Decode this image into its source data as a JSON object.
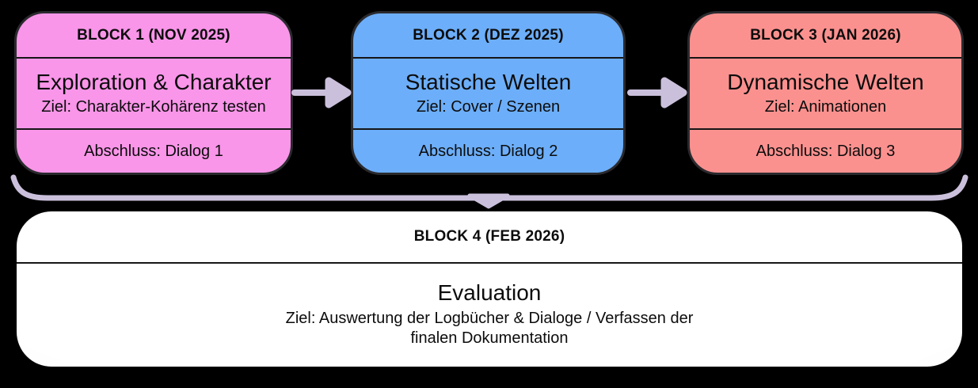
{
  "diagram": {
    "background": "#000000",
    "connector_color": "#CBC0DC",
    "divider_color": "#161616",
    "blocks": [
      {
        "header": "BLOCK 1 (NOV 2025)",
        "title": "Exploration & Charakter",
        "goal": "Ziel: Charakter-Kohärenz testen",
        "footer": "Abschluss: Dialog 1",
        "fill": "#F996E9",
        "edge": "#F5A6EC",
        "border": "#2A2A2E"
      },
      {
        "header": "BLOCK 2 (DEZ 2025)",
        "title": "Statische Welten",
        "goal": "Ziel: Cover / Szenen",
        "footer": "Abschluss: Dialog 2",
        "fill": "#6CAEF9",
        "edge": "#9C9BEA",
        "border": "#2A2A2E"
      },
      {
        "header": "BLOCK 3 (JAN 2026)",
        "title": "Dynamische Welten",
        "goal": "Ziel: Animationen",
        "footer": "Abschluss: Dialog 3",
        "fill": "#FB918F",
        "edge": "#FAA5A2",
        "border": "#2A2A2E"
      }
    ],
    "final_block": {
      "header": "BLOCK 4 (FEB 2026)",
      "title": "Evaluation",
      "goal": "Ziel: Auswertung der Logbücher & Dialoge / Verfassen der finalen Dokumentation",
      "fill": "#FFFFFF",
      "edge": "#F3E7F4"
    }
  }
}
